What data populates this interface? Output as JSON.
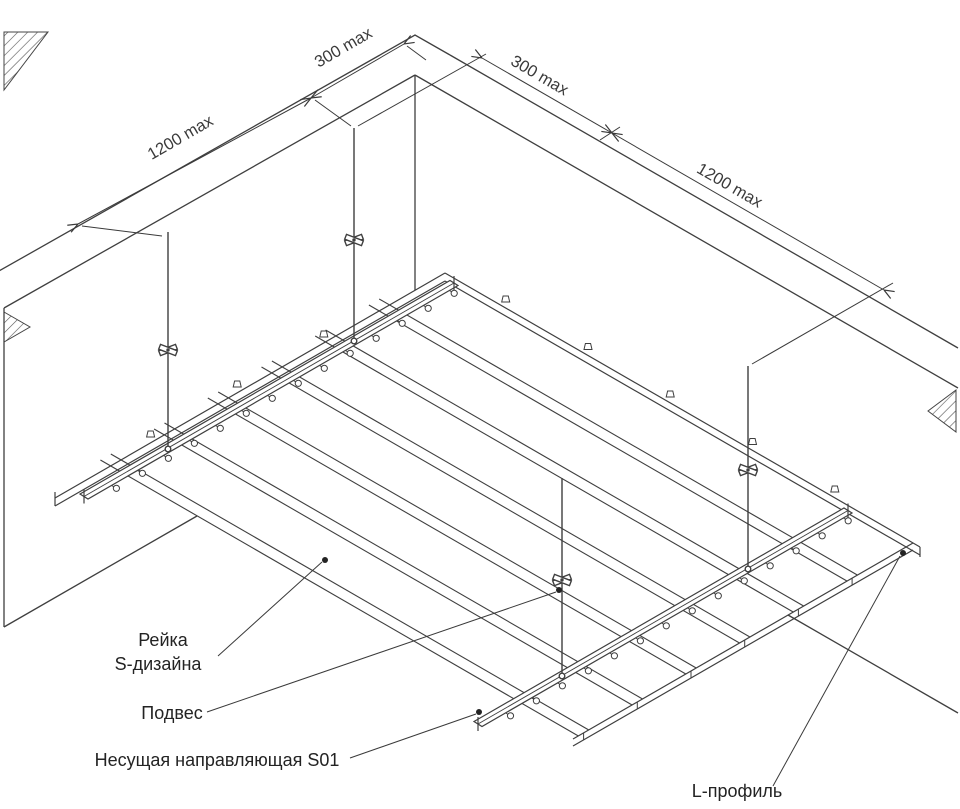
{
  "diagram": {
    "dimensions": {
      "left_hanger_spacing": "1200 max",
      "left_wall_offset": "300 max",
      "right_wall_offset": "300 max",
      "right_hanger_spacing": "1200 max"
    },
    "callouts": {
      "rail_label_line1": "Рейка",
      "rail_label_line2": "S-дизайна",
      "hanger_label": "Подвес",
      "carrier_label": "Несущая направляющая S01",
      "l_profile_label": "L-профиль"
    },
    "colors": {
      "line": "#3f3f3f",
      "text": "#232323",
      "background": "#ffffff"
    }
  }
}
